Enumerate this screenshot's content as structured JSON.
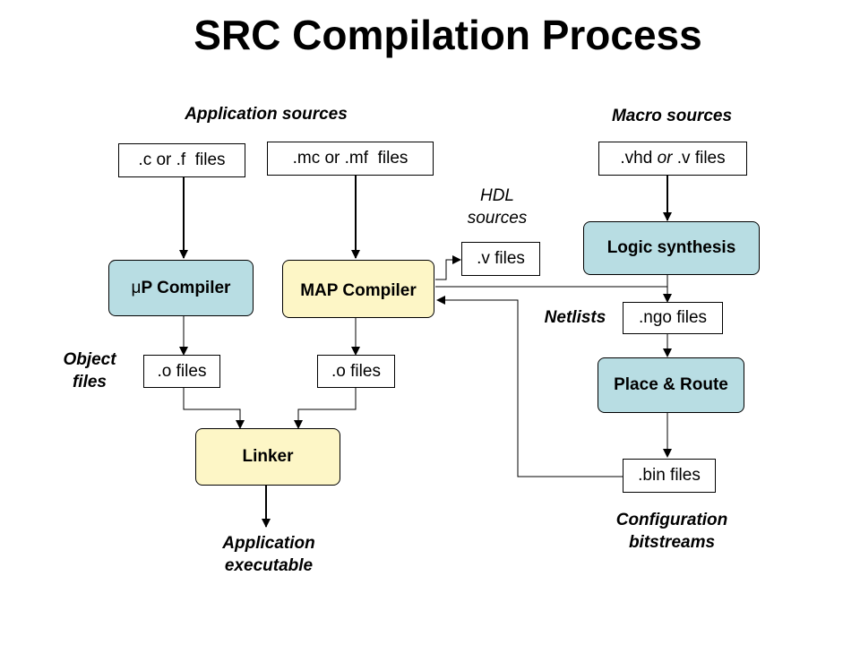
{
  "title": "SRC Compilation Process",
  "labels": {
    "application_sources": "Application sources",
    "macro_sources": "Macro sources",
    "hdl_sources_line1": "HDL",
    "hdl_sources_line2": "sources",
    "netlists": "Netlists",
    "object_files_line1": "Object",
    "object_files_line2": "files",
    "application_executable_line1": "Application",
    "application_executable_line2": "executable",
    "configuration_bitstreams_line1": "Configuration",
    "configuration_bitstreams_line2": "bitstreams"
  },
  "files": {
    "c_files": ".c or .f  files",
    "mc_files": ".mc or .mf  files",
    "vhd_files_prefix": ".vhd ",
    "vhd_files_or": "or",
    "vhd_files_suffix": " .v files",
    "v_files": ".v files",
    "ngo_files": ".ngo files",
    "o_files_left": ".o files",
    "o_files_right": ".o files",
    "bin_files": ".bin files"
  },
  "processes": {
    "up_compiler_mu": "μ",
    "up_compiler_rest": "P Compiler",
    "map_compiler": "MAP Compiler",
    "logic_synthesis": "Logic synthesis",
    "place_route": "Place & Route",
    "linker": "Linker"
  },
  "colors": {
    "compiler_blue": "#b8dde3",
    "linker_cream": "#fdf6c6"
  }
}
